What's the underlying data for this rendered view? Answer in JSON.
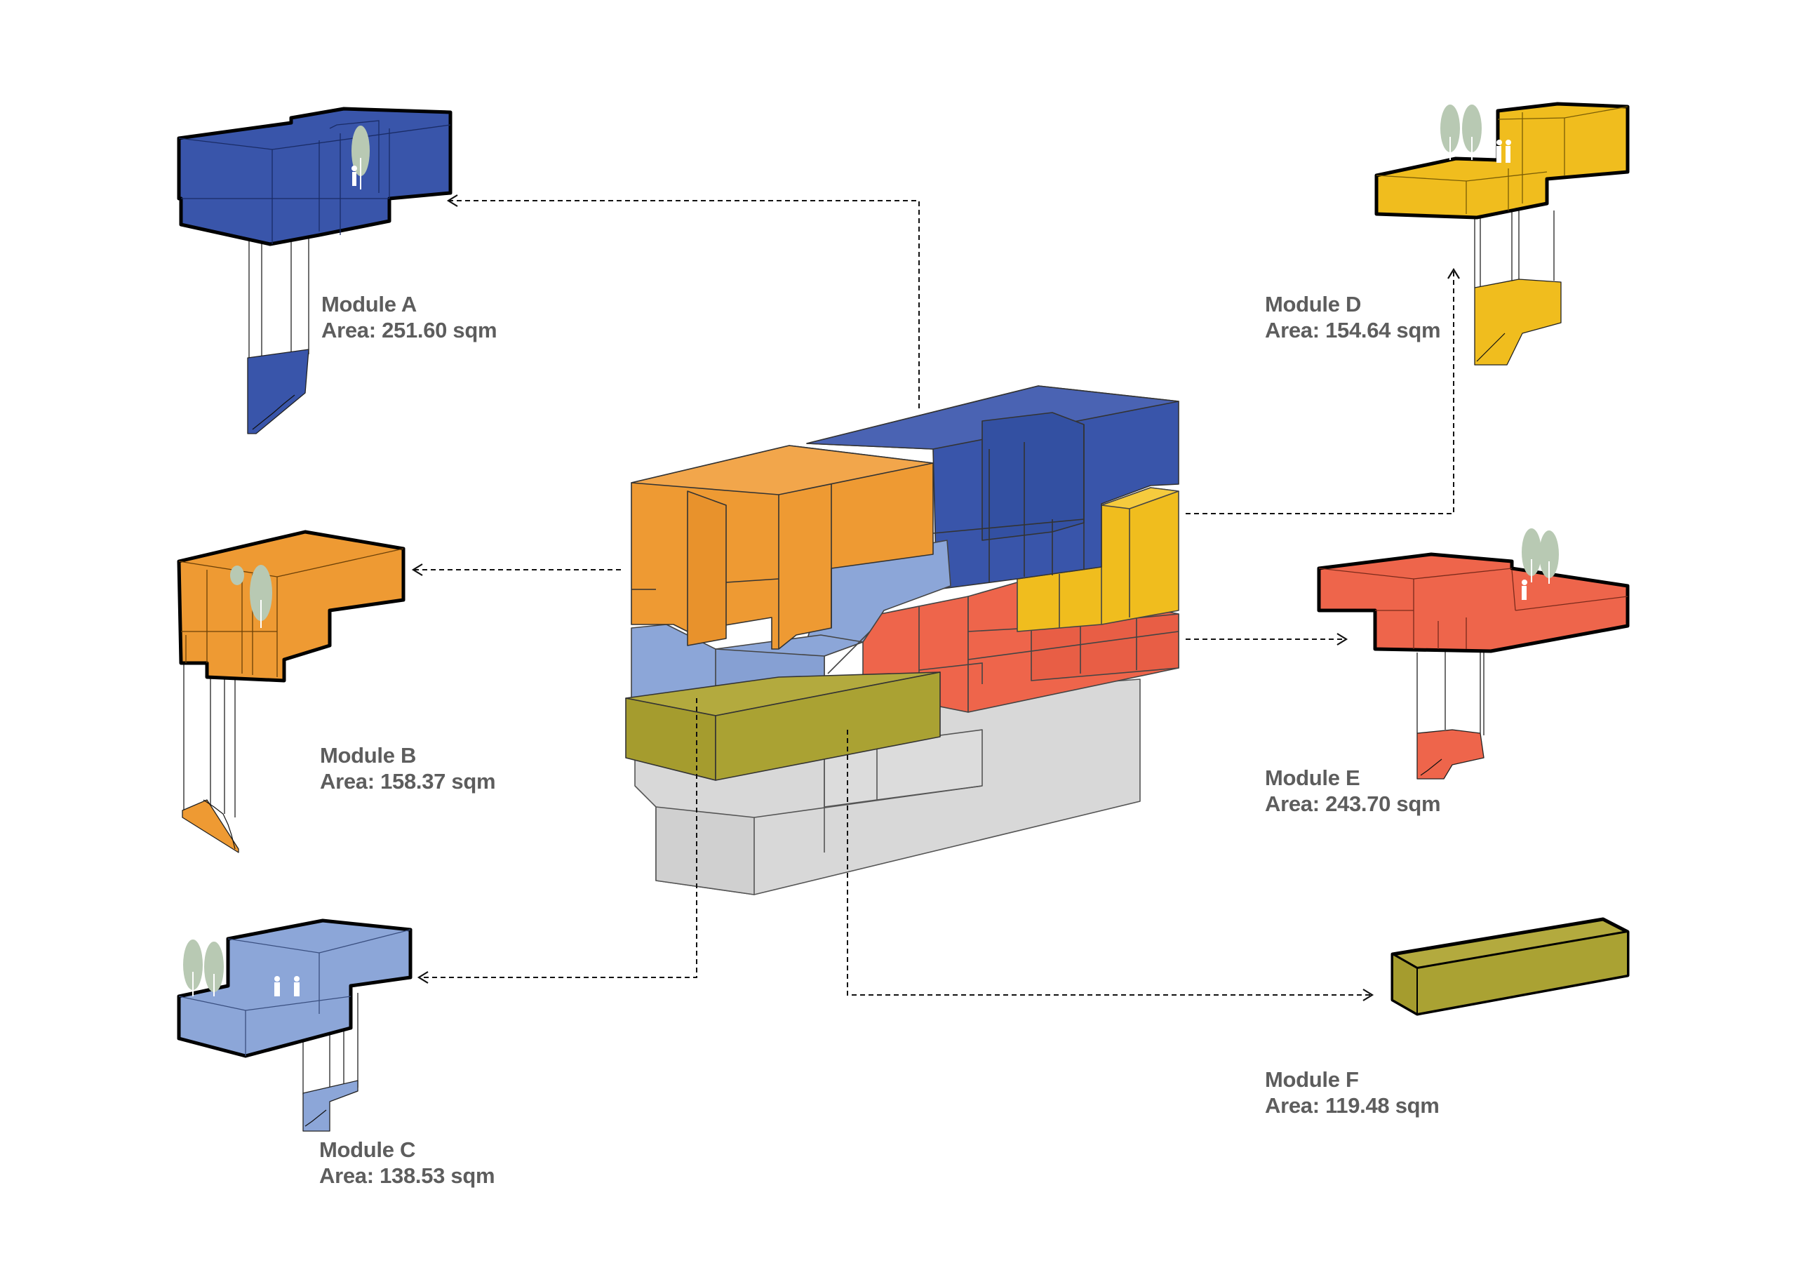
{
  "diagram": {
    "colors": {
      "module_a": "#3955AA",
      "module_b": "#EE9A33",
      "module_c": "#8CA6D8",
      "module_d": "#F0BD1E",
      "module_e": "#EE654B",
      "module_f": "#AAA233",
      "base": "#D4D4D4",
      "outline": "#111111",
      "tree": "#B8C9B3",
      "label_text": "#5D5D5D"
    },
    "modules": [
      {
        "id": "A",
        "name": "Module A",
        "area": "Area: 251.60 sqm"
      },
      {
        "id": "B",
        "name": "Module B",
        "area": "Area: 158.37 sqm"
      },
      {
        "id": "C",
        "name": "Module C",
        "area": "Area: 138.53 sqm"
      },
      {
        "id": "D",
        "name": "Module D",
        "area": "Area: 154.64 sqm"
      },
      {
        "id": "E",
        "name": "Module E",
        "area": "Area: 243.70 sqm"
      },
      {
        "id": "F",
        "name": "Module F",
        "area": "Area: 119.48 sqm"
      }
    ]
  }
}
